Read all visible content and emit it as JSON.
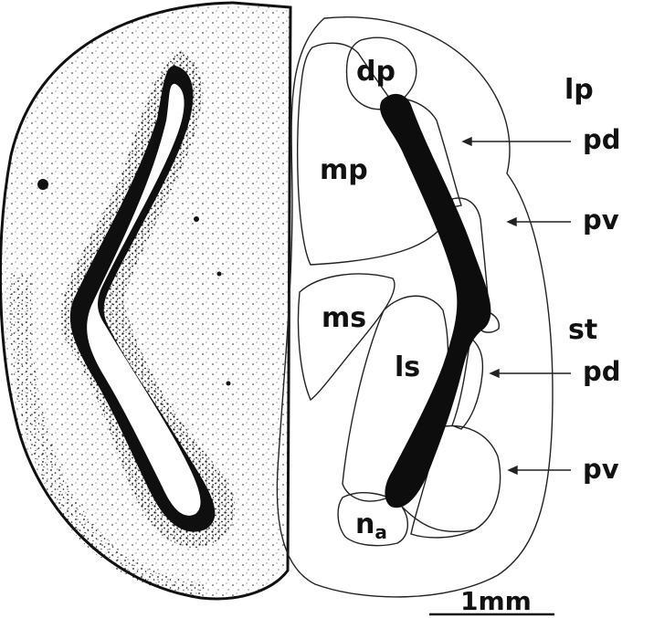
{
  "labels": {
    "dp": "dp",
    "lp": "lp",
    "mp": "mp",
    "ms": "ms",
    "ls": "ls",
    "st": "st",
    "na_main": "n",
    "na_sub": "a"
  },
  "pointer_labels": [
    {
      "id": "pd-upper",
      "text": "pd"
    },
    {
      "id": "pv-upper",
      "text": "pv"
    },
    {
      "id": "pd-lower",
      "text": "pd"
    },
    {
      "id": "pv-lower",
      "text": "pv"
    }
  ],
  "scale_bar": {
    "text": "1mm"
  },
  "colors": {
    "ink": "#111111",
    "paper": "#ffffff",
    "outline": "#222222"
  }
}
